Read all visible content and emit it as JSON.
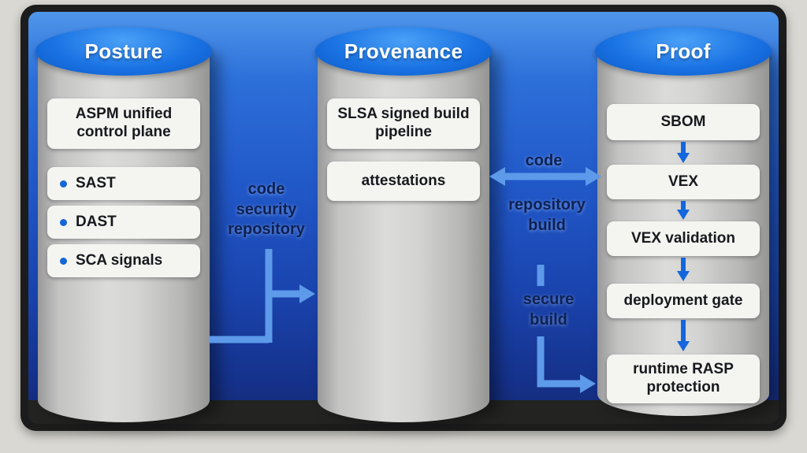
{
  "posture": {
    "title": "Posture",
    "main_box": "ASPM unified control plane",
    "bullets": [
      "SAST",
      "DAST",
      "SCA signals"
    ]
  },
  "provenance": {
    "title": "Provenance",
    "boxes": [
      "SLSA signed build pipeline",
      "attestations"
    ]
  },
  "proof": {
    "title": "Proof",
    "flow": [
      "SBOM",
      "VEX",
      "VEX validation",
      "deployment gate",
      "runtime RASP protection"
    ]
  },
  "connectors": {
    "posture_provenance": "code security repository",
    "code_exchange": "code",
    "repository_build": "repository build",
    "secure_build": "secure build"
  },
  "colors": {
    "cylinder_cap_blue": "#1b74e4",
    "arrow_light_blue": "#5d9ae9",
    "flow_arrow_blue": "#1366dd",
    "label_navy": "#0d2152",
    "panel_bg": "#f4f4f1",
    "frame_dark": "#1c1c1c"
  }
}
